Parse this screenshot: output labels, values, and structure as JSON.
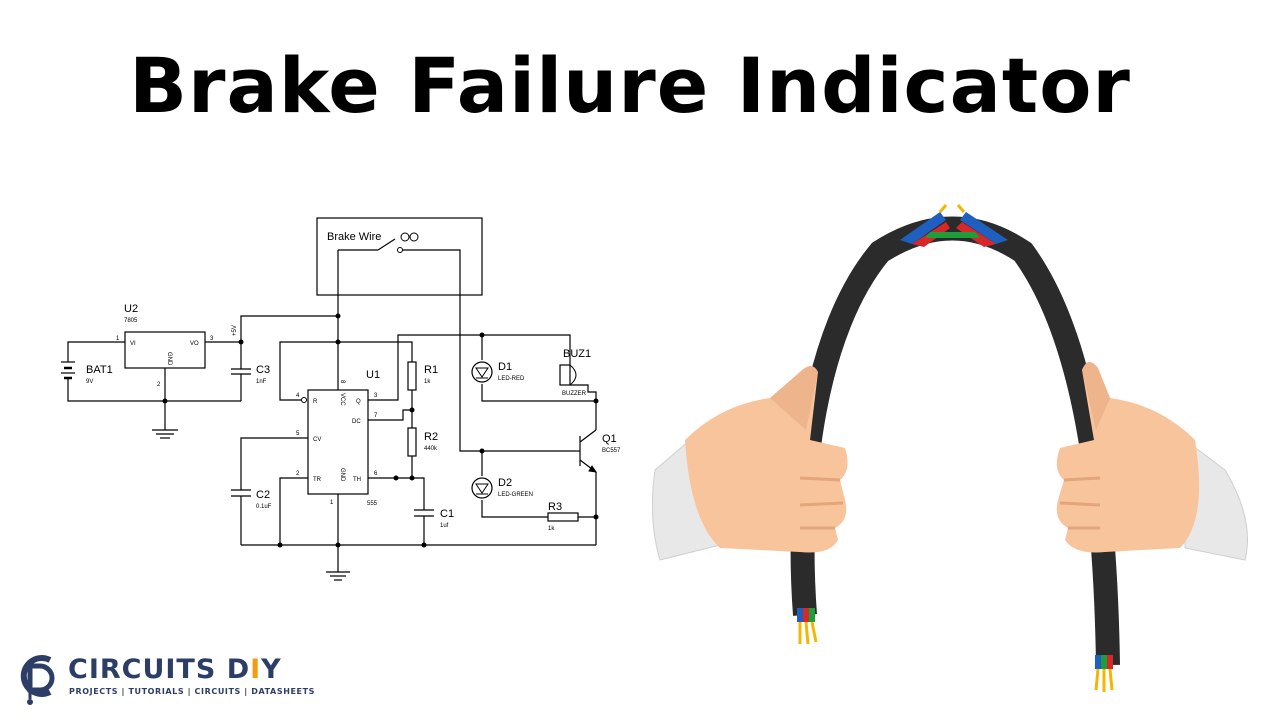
{
  "title": "Brake Failure Indicator",
  "schematic": {
    "brake_wire_label": "Brake Wire",
    "u2": {
      "ref": "U2",
      "value": "7805",
      "pin_vi": "VI",
      "pin_vo": "VO",
      "pin_gnd": "GND",
      "pin1": "1",
      "pin2": "2",
      "pin3": "3"
    },
    "bat1": {
      "ref": "BAT1",
      "value": "9V"
    },
    "c3": {
      "ref": "C3",
      "value": "1nF"
    },
    "plus5v": "+5V",
    "u1": {
      "ref": "U1",
      "value": "555",
      "pin_r": "R",
      "pin_vcc": "VCC",
      "pin_q": "Q",
      "pin_dc": "DC",
      "pin_cv": "CV",
      "pin_tr": "TR",
      "pin_gnd": "GND",
      "pin_th": "TH",
      "pin4": "4",
      "pin8": "8",
      "pin3": "3",
      "pin7": "7",
      "pin5": "5",
      "pin2": "2",
      "pin1": "1",
      "pin6": "6"
    },
    "r1": {
      "ref": "R1",
      "value": "1k"
    },
    "r2": {
      "ref": "R2",
      "value": "440k"
    },
    "r3": {
      "ref": "R3",
      "value": "1k"
    },
    "c1": {
      "ref": "C1",
      "value": "1uf"
    },
    "c2": {
      "ref": "C2",
      "value": "0.1uF"
    },
    "d1": {
      "ref": "D1",
      "value": "LED-RED"
    },
    "d2": {
      "ref": "D2",
      "value": "LED-GREEN"
    },
    "buz1": {
      "ref": "BUZ1",
      "value": "BUZZER"
    },
    "q1": {
      "ref": "Q1",
      "value": "BC557"
    },
    "line_color": "#000000",
    "junction_color": "#000000"
  },
  "illustration": {
    "cable_color": "#2b2b2b",
    "skin_color": "#f8c49c",
    "skin_shade": "#e4a47c",
    "sleeve_color": "#e8e8e8",
    "wire_colors": [
      "#1f5fbf",
      "#d62828",
      "#1e9e3a",
      "#f2b705"
    ]
  },
  "logo": {
    "brand_main": "CIRCUITS D",
    "brand_accent": "I",
    "brand_end": "Y",
    "tagline": "PROJECTS | TUTORIALS | CIRCUITS | DATASHEETS"
  }
}
